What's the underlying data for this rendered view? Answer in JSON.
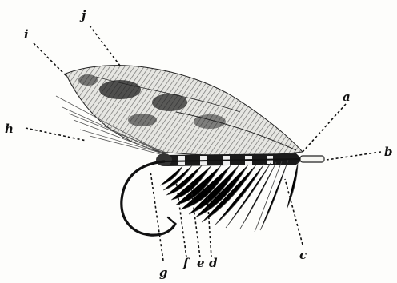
{
  "figure": {
    "labels": {
      "a": "a",
      "b": "b",
      "c": "c",
      "d": "d",
      "e": "e",
      "f": "f",
      "g": "g",
      "h": "h",
      "i": "i",
      "j": "j"
    }
  }
}
